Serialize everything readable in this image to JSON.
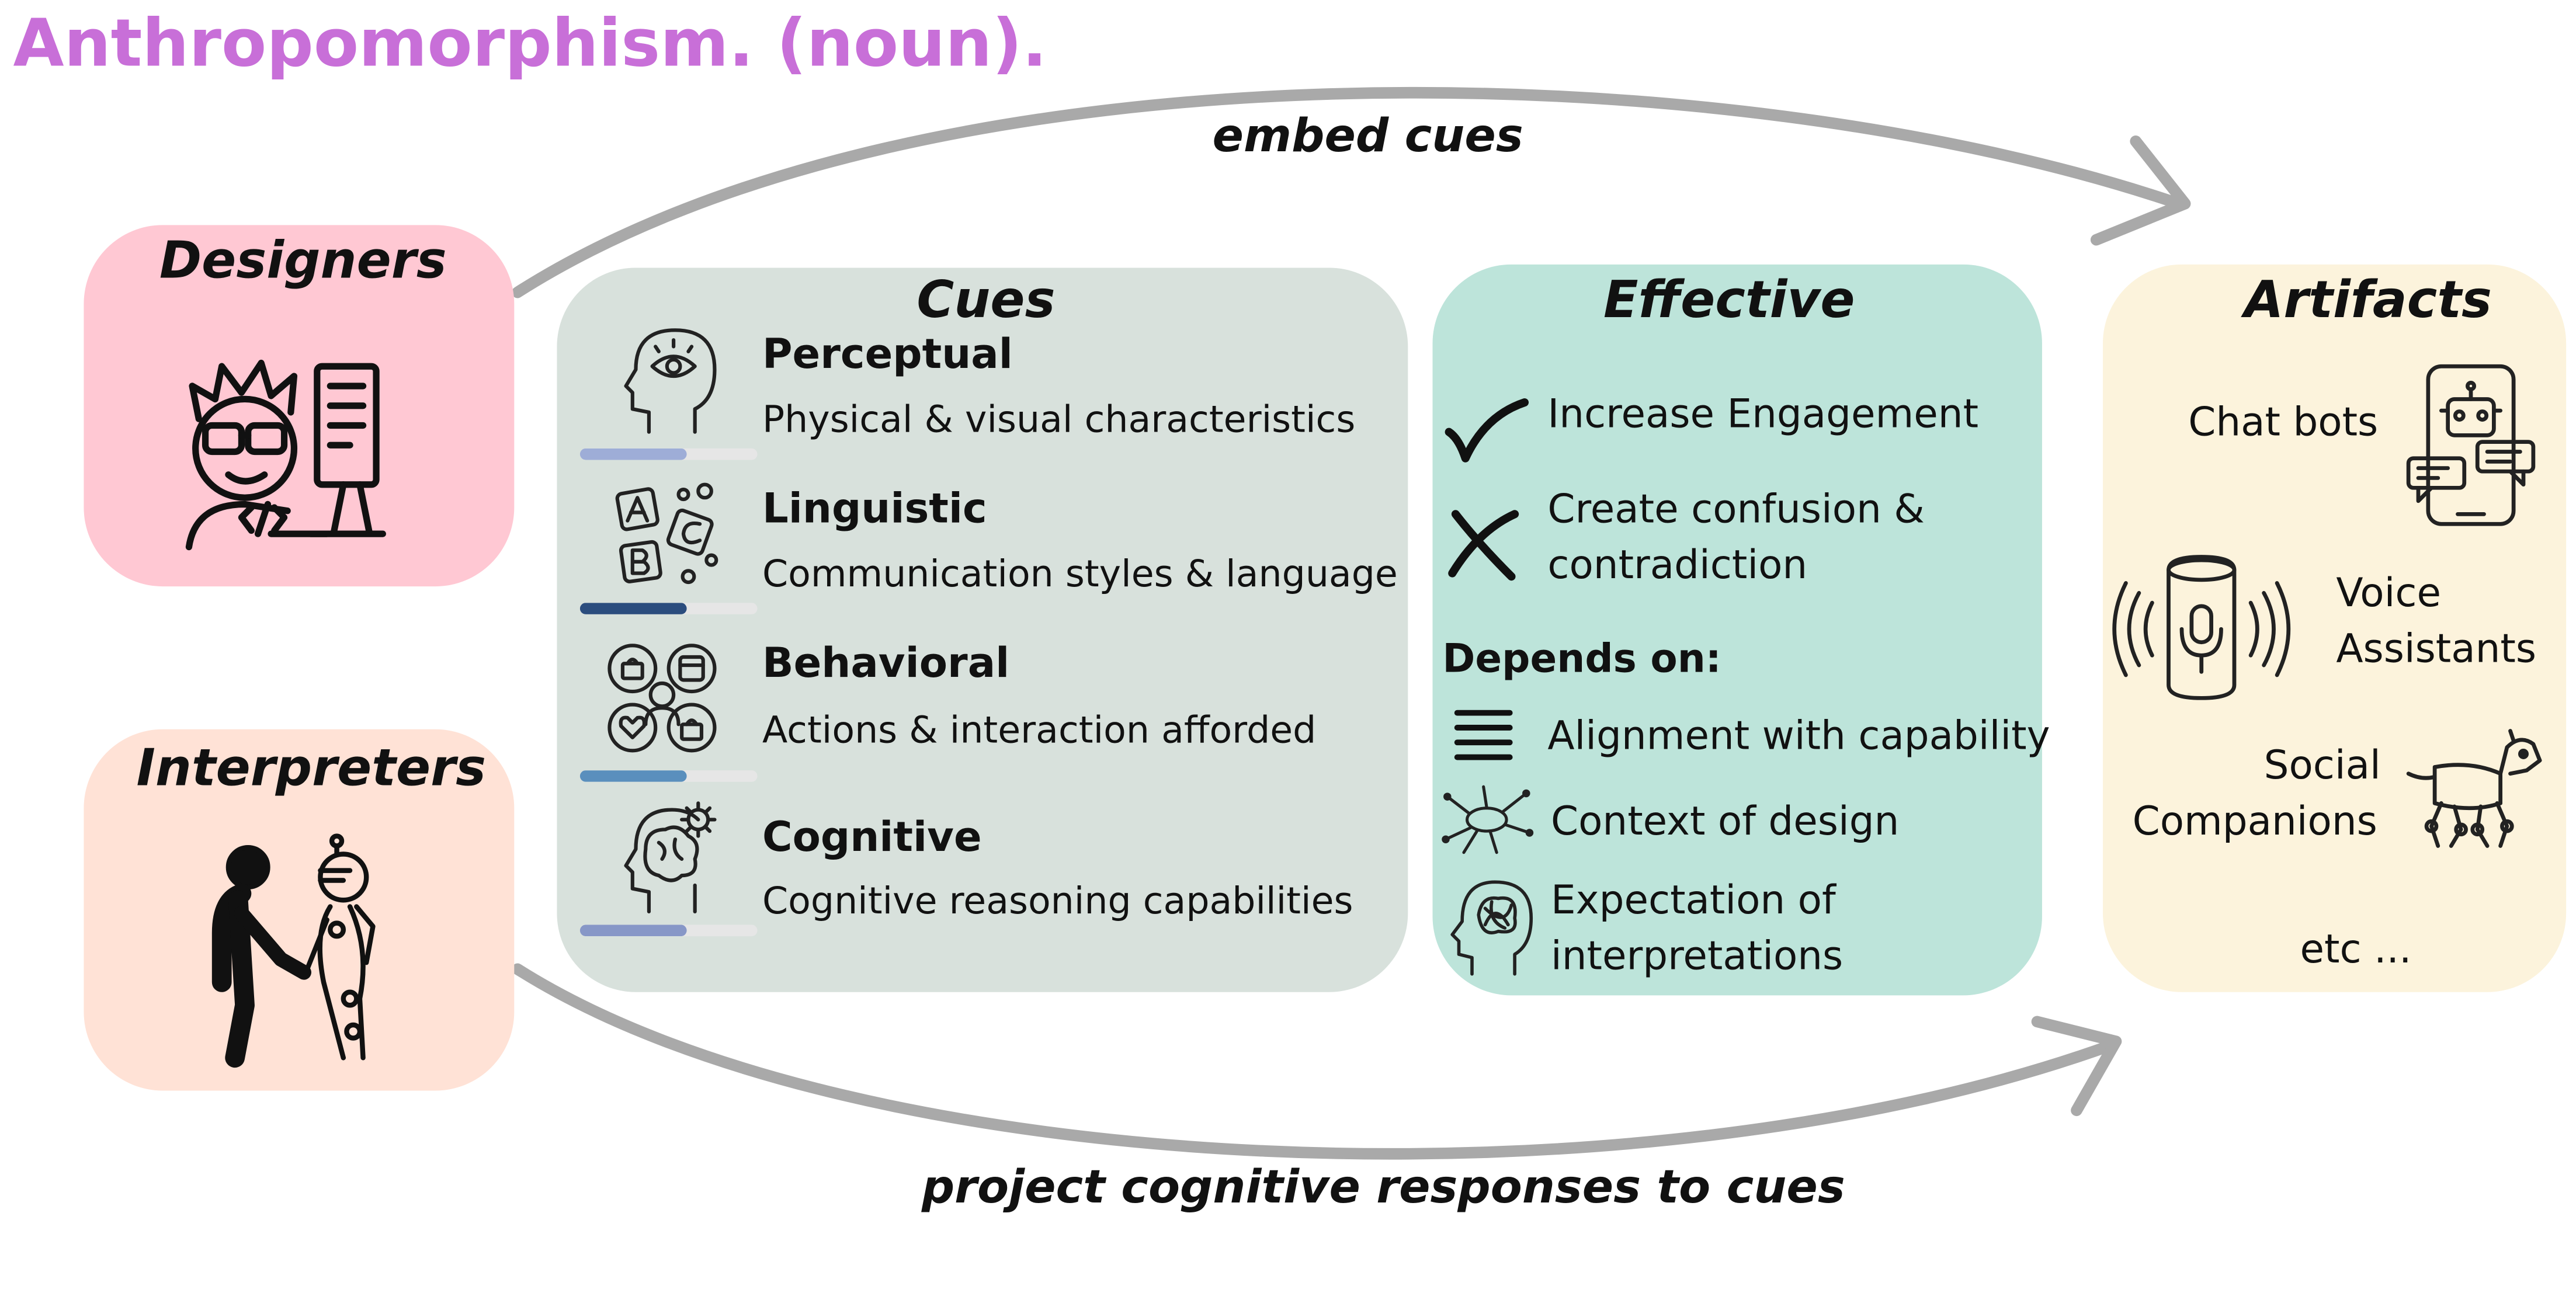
{
  "title": "Anthropomorphism. (noun).",
  "arrows": {
    "top_label": "embed cues",
    "bottom_label": "project cognitive responses to cues"
  },
  "designers": {
    "heading": "Designers",
    "icon": "designer-at-computer-icon",
    "color": "#ffc8d3"
  },
  "interpreters": {
    "heading": "Interpreters",
    "icon": "person-shaking-hands-with-robot-icon",
    "color": "#ffe2d6"
  },
  "cues": {
    "heading": "Cues",
    "color": "#d8e1dc",
    "items": [
      {
        "name": "Perceptual",
        "description": "Physical & visual characteristics",
        "icon": "head-with-eye-icon",
        "level": 0.6,
        "bar_color": "#9eadd7"
      },
      {
        "name": "Linguistic",
        "description": "Communication styles & language",
        "icon": "letter-blocks-icon",
        "level": 0.6,
        "bar_color": "#2b4d7e"
      },
      {
        "name": "Behavioral",
        "description": "Actions & interaction afforded",
        "icon": "person-with-interaction-bubbles-icon",
        "level": 0.6,
        "bar_color": "#5a8fbd"
      },
      {
        "name": "Cognitive",
        "description": "Cognitive reasoning capabilities",
        "icon": "head-with-gear-icon",
        "level": 0.6,
        "bar_color": "#8797c7"
      }
    ]
  },
  "effective": {
    "heading": "Effective",
    "color": "#bde4da",
    "outcomes": [
      {
        "line1": "Increase Engagement",
        "line2": "",
        "icon": "checkmark-icon"
      },
      {
        "line1": "Create confusion &",
        "line2": "contradiction",
        "icon": "cross-icon"
      }
    ],
    "depends_title": "Depends on:",
    "depends": [
      {
        "line1": "Alignment with capability",
        "line2": "",
        "icon": "horizontal-lines-icon"
      },
      {
        "line1": "Context of design",
        "line2": "",
        "icon": "network-nodes-icon"
      },
      {
        "line1": "Expectation of",
        "line2": "interpretations",
        "icon": "head-with-tangled-thoughts-icon"
      }
    ]
  },
  "artifacts": {
    "heading": "Artifacts",
    "color": "#fcf3dc",
    "items": [
      {
        "line1": "Chat bots",
        "line2": "",
        "icon": "phone-chatbot-icon"
      },
      {
        "line1": "Voice",
        "line2": "Assistants",
        "icon": "smart-speaker-icon"
      },
      {
        "line1": "Social",
        "line2": "Companions",
        "icon": "robot-dog-icon"
      },
      {
        "line1": "etc ...",
        "line2": "",
        "icon": ""
      }
    ]
  },
  "colors": {
    "title": "#c86fd8",
    "arrow": "#a9a9a9"
  }
}
